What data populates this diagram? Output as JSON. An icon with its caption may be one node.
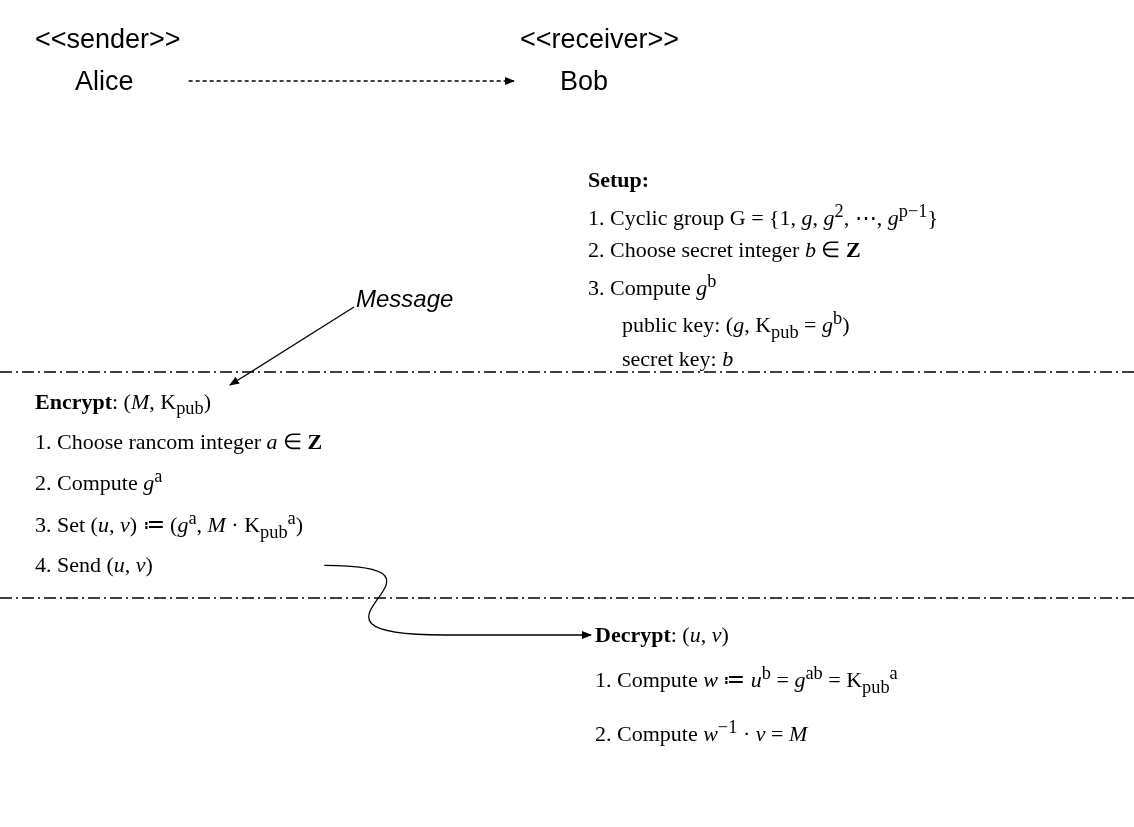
{
  "diagram": {
    "nodes": [
      {
        "text": [
          "<<sender>>",
          "Alice"
        ]
      },
      {
        "text": [
          "<<receiver>>",
          "Bob"
        ]
      },
      {
        "text": [
          "Setup:",
          "1. Cyclic group G = {1, *g*, *g*$^{2}$, ⋯, *g*$^{p−1}$}",
          "2. Choose secret integer *b* ∈ **Z**",
          "3. Compute *g*$^{b}$",
          "public key: (*g*, K$_{pub}$ = *g*$^{b}$)",
          "secret key: *b*"
        ]
      },
      {
        "text": [
          "Message"
        ]
      },
      {
        "text": [
          "**Encrypt**: (*M*, K$_{pub}$)",
          "1. Choose rancom integer *a* ∈ **Z**",
          "2. Compute *g*$^{a}$",
          "3. Set (*u*, *v*) ≔ (*g*$^{a}$, *M* · K$_{pub}$$^{a}$)",
          "4. Send (*u*, *v*)"
        ]
      },
      {
        "text": [
          "**Decrypt**: (*u*, *v*)",
          "1. Compute *w* ≔ *u*$^{b}$ = *g*$^{ab}$ = K$_{pub}$$^{a}$",
          "2. Compute *w*$^{−1}$ · *v* = *M*"
        ]
      }
    ],
    "edges": [
      {
        "from": 0,
        "to": 1,
        "arrow": "to",
        "style": "dashed"
      },
      {
        "from": 3,
        "to": 4,
        "arrow": "to"
      },
      {
        "from": 4,
        "to": 5,
        "arrow": "to"
      }
    ]
  }
}
